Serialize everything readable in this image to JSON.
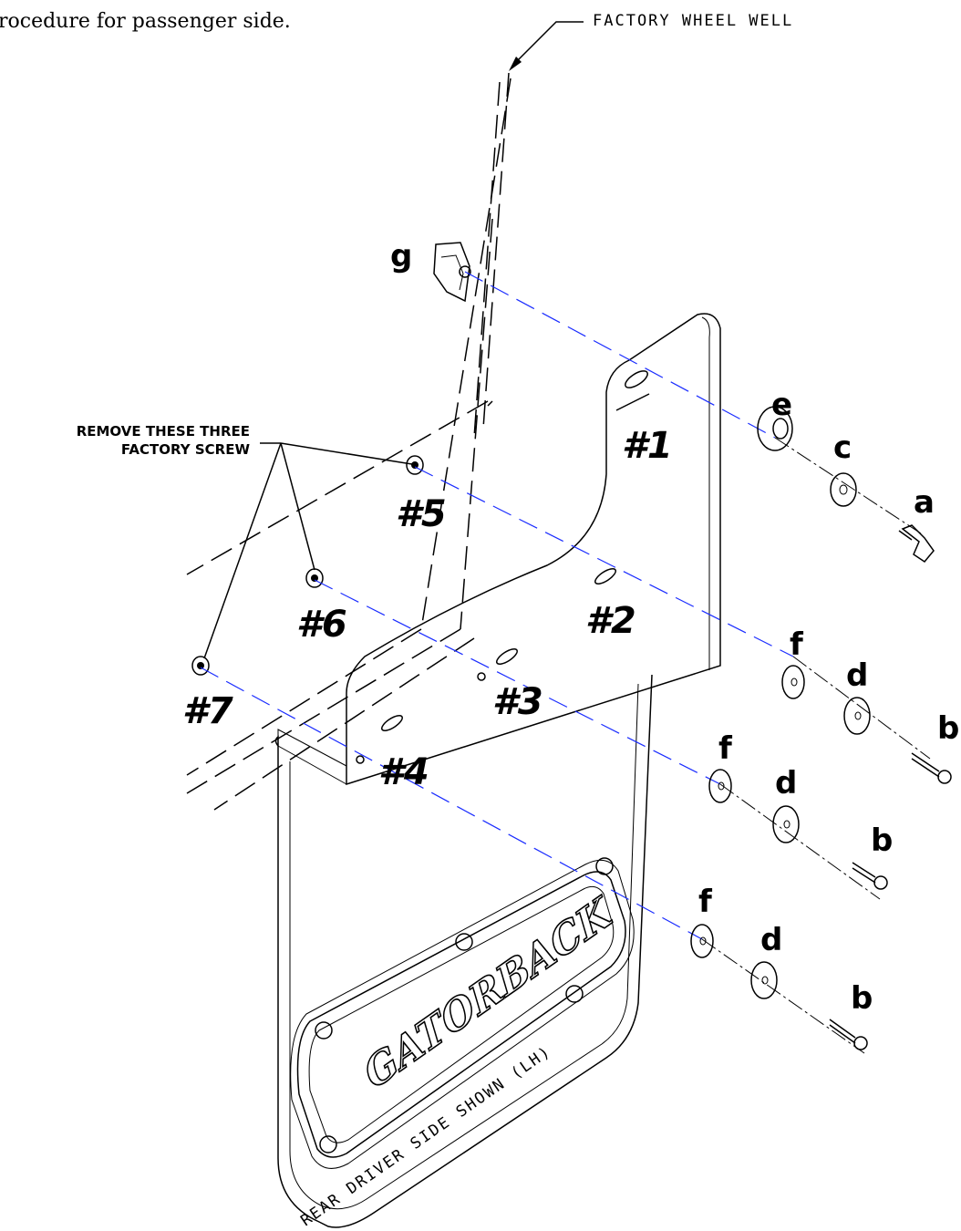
{
  "caption": "rocedure for passenger side.",
  "wheel_well_label": "FACTORY WHEEL WELL",
  "remove_note": {
    "line1": "REMOVE THESE THREE",
    "line2": "FACTORY SCREW"
  },
  "holes": [
    "#1",
    "#2",
    "#3",
    "#4",
    "#5",
    "#6",
    "#7"
  ],
  "parts": {
    "a": "a",
    "b": "b",
    "c": "c",
    "d": "d",
    "e": "e",
    "f": "f",
    "g": "g"
  },
  "brand": "GATORBACK",
  "shown_note": "REAR DRIVER SIDE SHOWN (LH)",
  "colors": {
    "line": "#000000",
    "axis": "#1a2cff",
    "background": "#ffffff"
  }
}
